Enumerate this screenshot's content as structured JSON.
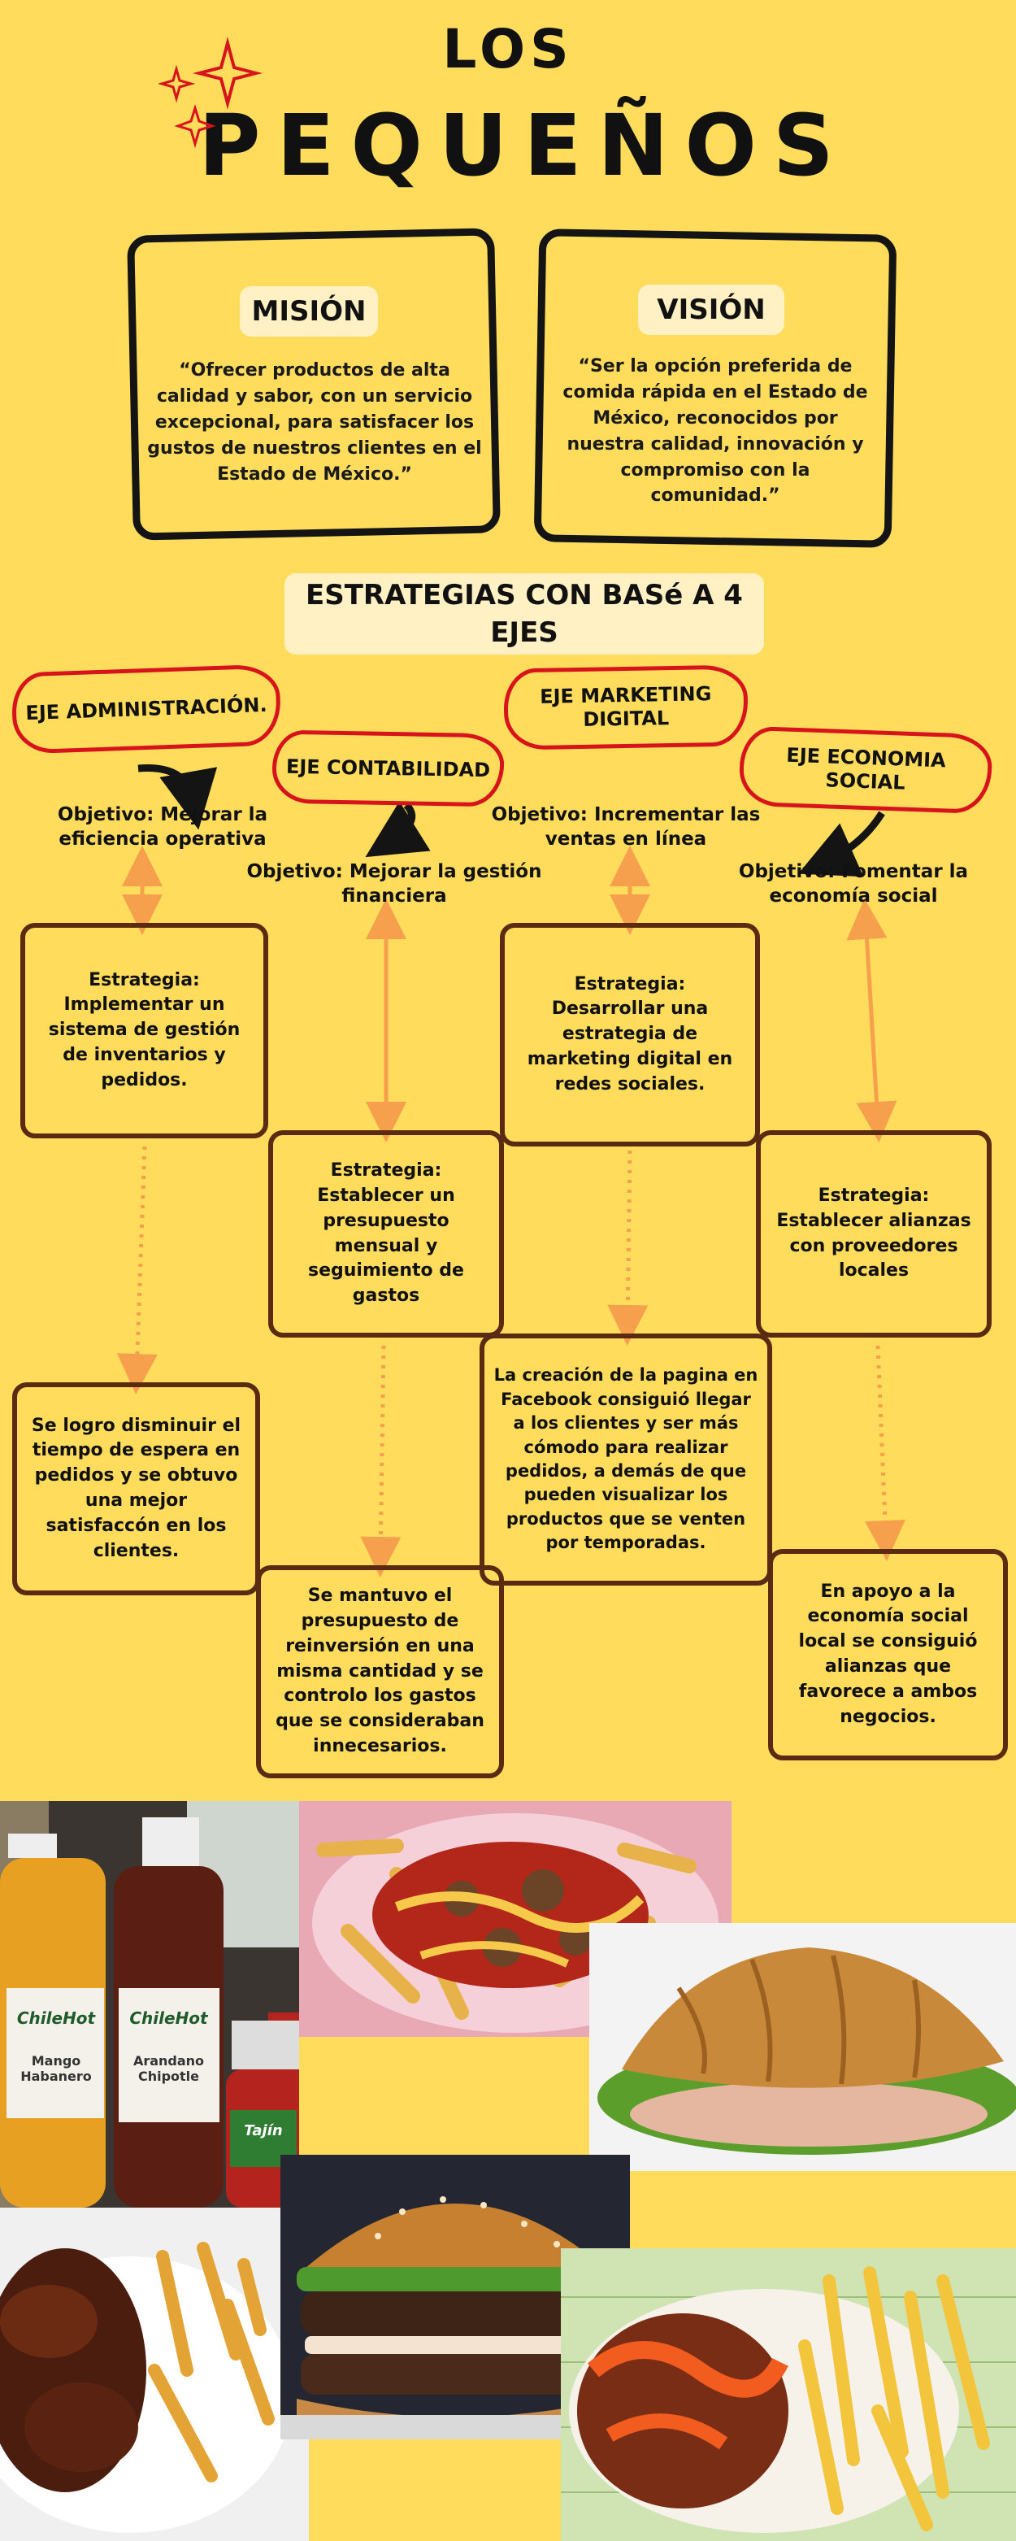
{
  "title": {
    "line1": "LOS",
    "line2": "PEQUEÑOS"
  },
  "colors": {
    "background": "#FFDC5C",
    "accent_red": "#D7131B",
    "box_border": "#5A2A12",
    "arrow": "#F6A04D",
    "text": "#111111"
  },
  "mision": {
    "heading": "MISIÓN",
    "text": "“Ofrecer productos de alta calidad y sabor, con un servicio excepcional, para satisfacer los gustos de nuestros clientes en el Estado de México.”"
  },
  "vision": {
    "heading": "VISIÓN",
    "text": "“Ser la opción preferida de comida rápida en el Estado de México, reconocidos por nuestra calidad, innovación y compromiso con la comunidad.”"
  },
  "strategies_heading": "ESTRATEGIAS CON BASé A 4 EJES",
  "ejes": [
    {
      "name": "EJE ADMINISTRACIÓN.",
      "objetivo": "Objetivo: Mejorar la eficiencia operativa",
      "estrategia": "Estrategia: Implementar un sistema de gestión de inventarios y pedidos.",
      "resultado": "Se logro disminuir el tiempo de espera en pedidos y se obtuvo una mejor satisfaccón en los clientes."
    },
    {
      "name": "EJE CONTABILIDAD",
      "objetivo": "Objetivo: Mejorar la gestión financiera",
      "estrategia": "Estrategia: Establecer un presupuesto mensual y seguimiento de gastos",
      "resultado": "Se mantuvo el presupuesto de reinversión en una misma cantidad y se controlo los gastos que se consideraban innecesarios."
    },
    {
      "name": "EJE MARKETING DIGITAL",
      "objetivo": "Objetivo: Incrementar las ventas en línea",
      "estrategia": "Estrategia: Desarrollar una estrategia de marketing digital en redes sociales.",
      "resultado": "La creación de la pagina en Facebook consiguió llegar a los clientes y ser más cómodo para realizar pedidos, a demás de que pueden visualizar los productos que se venten por temporadas."
    },
    {
      "name": "EJE ECONOMIA SOCIAL",
      "objetivo": "Objetivo: Fomentar la economía social",
      "estrategia": "Estrategia: Establecer alianzas con proveedores locales",
      "resultado": "En apoyo a la economía social local se consiguió alianzas que favorece a ambos negocios."
    }
  ],
  "photos": [
    {
      "icon": "sauce-bottles-photo",
      "labels": [
        "ChileHot",
        "Mango Habanero",
        "ChileHot",
        "Arandano Chipotle",
        "Tajín"
      ]
    },
    {
      "icon": "loaded-fries-photo"
    },
    {
      "icon": "croissant-sandwich-photo"
    },
    {
      "icon": "wings-and-fries-photo"
    },
    {
      "icon": "burger-photo"
    },
    {
      "icon": "sauced-wings-fries-photo"
    }
  ]
}
